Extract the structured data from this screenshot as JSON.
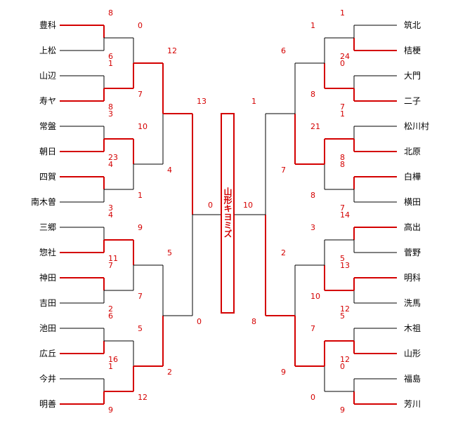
{
  "bracket": {
    "champion": "山形キヨミズ",
    "colors": {
      "win": "#d40000",
      "loss": "#000000"
    },
    "left": {
      "teams": [
        "豊科",
        "上松",
        "山辺",
        "寿ヤ",
        "常盤",
        "朝日",
        "四賀",
        "南木曽",
        "三郷",
        "惣社",
        "神田",
        "吉田",
        "池田",
        "広丘",
        "今井",
        "明善"
      ],
      "r1": [
        {
          "top": "8",
          "bottom": "6",
          "winner": "top"
        },
        {
          "top": "1",
          "bottom": "8",
          "winner": "bottom"
        },
        {
          "top": "3",
          "bottom": "23",
          "winner": "bottom"
        },
        {
          "top": "4",
          "bottom": "3",
          "winner": "top"
        },
        {
          "top": "4",
          "bottom": "11",
          "winner": "bottom"
        },
        {
          "top": "7",
          "bottom": "2",
          "winner": "top"
        },
        {
          "top": "6",
          "bottom": "16",
          "winner": "bottom"
        },
        {
          "top": "1",
          "bottom": "9",
          "winner": "bottom"
        }
      ],
      "r2": [
        {
          "top": "0",
          "bottom": "7",
          "winner": "bottom"
        },
        {
          "top": "10",
          "bottom": "1",
          "winner": "top"
        },
        {
          "top": "9",
          "bottom": "7",
          "winner": "top"
        },
        {
          "top": "5",
          "bottom": "12",
          "winner": "bottom"
        }
      ],
      "r3": [
        {
          "top": "12",
          "bottom": "4",
          "winner": "top"
        },
        {
          "top": "5",
          "bottom": "2",
          "winner": "bottom"
        }
      ],
      "r4": [
        {
          "top": "13",
          "bottom": "0",
          "winner": "top"
        }
      ],
      "final": "0"
    },
    "right": {
      "teams": [
        "筑北",
        "桔梗",
        "大門",
        "二子",
        "松川村",
        "北原",
        "白樺",
        "横田",
        "高出",
        "菅野",
        "明科",
        "洗馬",
        "木祖",
        "山形",
        "福島",
        "芳川"
      ],
      "r1": [
        {
          "top": "1",
          "bottom": "24",
          "winner": "bottom"
        },
        {
          "top": "0",
          "bottom": "7",
          "winner": "bottom"
        },
        {
          "top": "1",
          "bottom": "8",
          "winner": "bottom"
        },
        {
          "top": "8",
          "bottom": "7",
          "winner": "top"
        },
        {
          "top": "14",
          "bottom": "5",
          "winner": "top"
        },
        {
          "top": "13",
          "bottom": "12",
          "winner": "top"
        },
        {
          "top": "5",
          "bottom": "12",
          "winner": "bottom"
        },
        {
          "top": "0",
          "bottom": "9",
          "winner": "bottom"
        }
      ],
      "r2": [
        {
          "top": "1",
          "bottom": "8",
          "winner": "bottom"
        },
        {
          "top": "21",
          "bottom": "8",
          "winner": "top"
        },
        {
          "top": "3",
          "bottom": "10",
          "winner": "bottom"
        },
        {
          "top": "7",
          "bottom": "0",
          "winner": "top"
        }
      ],
      "r3": [
        {
          "top": "6",
          "bottom": "7",
          "winner": "bottom"
        },
        {
          "top": "2",
          "bottom": "9",
          "winner": "bottom"
        }
      ],
      "r4": [
        {
          "top": "1",
          "bottom": "8",
          "winner": "bottom"
        }
      ],
      "final": "10"
    }
  }
}
